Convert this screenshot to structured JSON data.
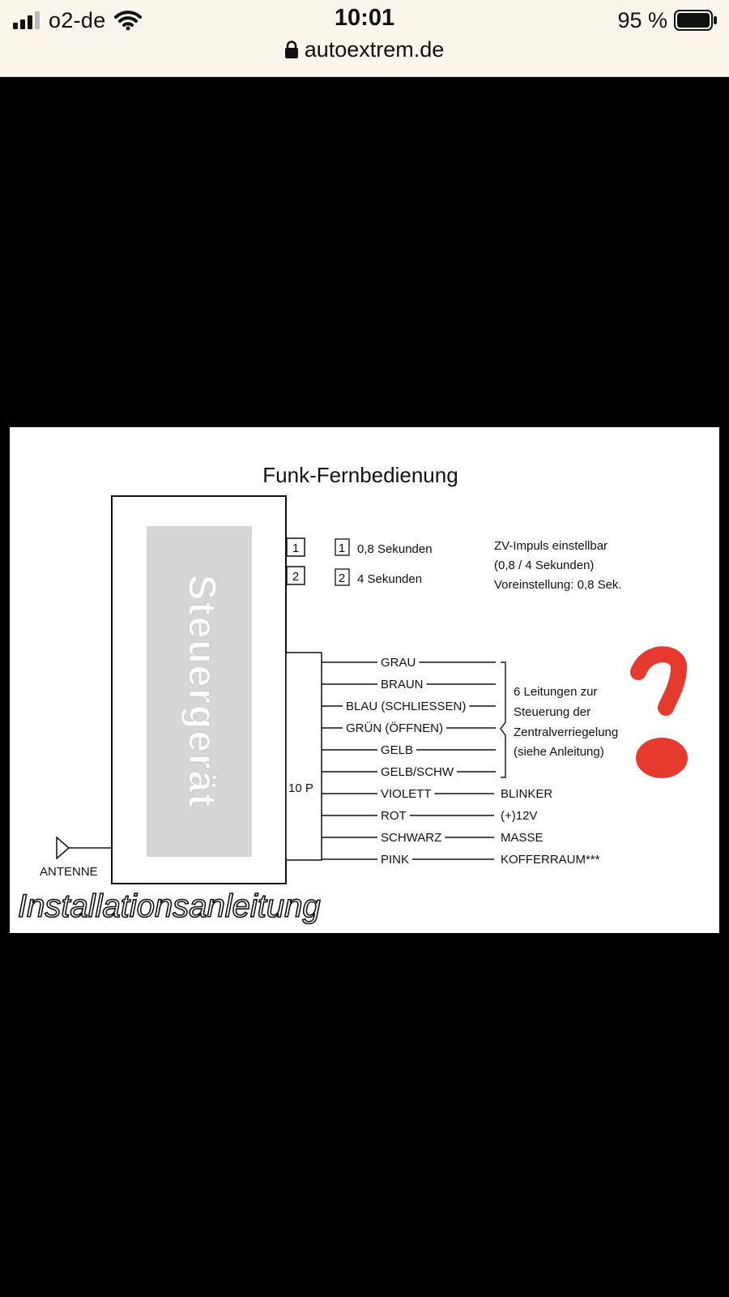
{
  "status_bar": {
    "carrier": "o2-de",
    "time": "10:01",
    "battery": "95 %",
    "url": "autoextrem.de",
    "signal_icon": "signal-bars-icon",
    "wifi_icon": "wifi-icon",
    "battery_icon": "battery-icon",
    "lock_icon": "lock-icon"
  },
  "diagram": {
    "title": "Funk-Fernbedienung",
    "device_label": "Steuergerät",
    "antenna_label": "ANTENNE",
    "connector_label": "10 P",
    "switches": [
      {
        "num": "1",
        "text": "0,8 Sekunden"
      },
      {
        "num": "2",
        "text": "4 Sekunden"
      }
    ],
    "impulse_note": [
      "ZV-Impuls einstellbar",
      "(0,8 / 4 Sekunden)",
      "Voreinstellung: 0,8 Sek."
    ],
    "wires": [
      {
        "name": "GRAU",
        "target": ""
      },
      {
        "name": "BRAUN",
        "target": ""
      },
      {
        "name": "BLAU (SCHLIESSEN)",
        "target": ""
      },
      {
        "name": "GRÜN (ÖFFNEN)",
        "target": ""
      },
      {
        "name": "GELB",
        "target": ""
      },
      {
        "name": "GELB/SCHW",
        "target": ""
      },
      {
        "name": "VIOLETT",
        "target": "BLINKER"
      },
      {
        "name": "ROT",
        "target": "(+)12V"
      },
      {
        "name": "SCHWARZ",
        "target": "MASSE"
      },
      {
        "name": "PINK",
        "target": "KOFFERRAUM***"
      }
    ],
    "bracket_note": [
      "6 Leitungen zur",
      "Steuerung der",
      "Zentralverriegelung",
      "(siehe Anleitung)"
    ],
    "watermark": "Installationsanleitung",
    "annotation_color": "#e63a2e",
    "annotation": "?"
  }
}
